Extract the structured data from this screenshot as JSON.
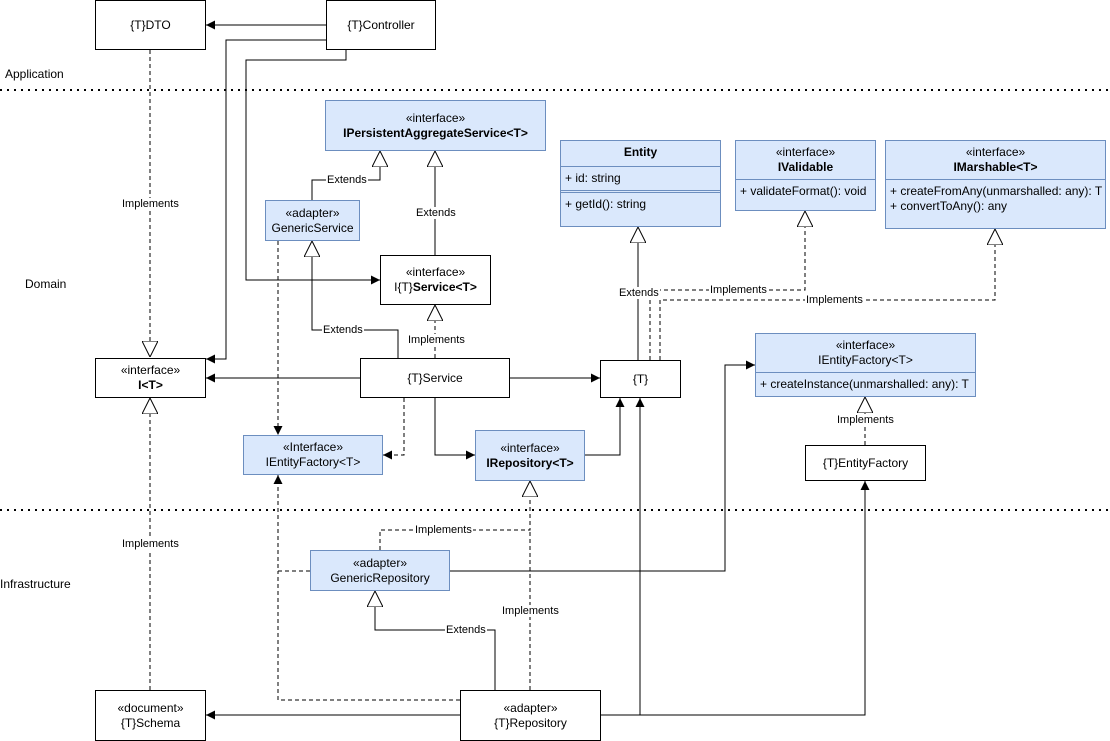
{
  "layers": {
    "application": "Application",
    "domain": "Domain",
    "infrastructure": "Infrastructure"
  },
  "nodes": {
    "dto": {
      "name": "{T}DTO"
    },
    "controller": {
      "name": "{T}Controller"
    },
    "persistent_service": {
      "stereotype": "«interface»",
      "name": "IPersistentAggregateService<T>"
    },
    "generic_service": {
      "stereotype": "«adapter»",
      "name": "GenericService"
    },
    "service_interface": {
      "stereotype": "«interface»",
      "name_prefix": "I{T}",
      "name_bold": "Service<T>"
    },
    "i_t": {
      "stereotype": "«interface»",
      "name": "I<T>"
    },
    "service": {
      "name": "{T}Service"
    },
    "t": {
      "name": "{T}"
    },
    "entity": {
      "name": "Entity",
      "attributes": [
        "+ id: string"
      ],
      "methods": [
        "+ getId(): string"
      ]
    },
    "ivalidable": {
      "stereotype": "«interface»",
      "name": "IValidable",
      "methods": [
        "+ validateFormat(): void"
      ]
    },
    "imarshable": {
      "stereotype": "«interface»",
      "name": "IMarshable<T>",
      "methods": [
        "+ createFromAny(unmarshalled: any): T",
        "+ convertToAny(): any"
      ]
    },
    "ientity_factory_domain": {
      "stereotype": "«interface»",
      "name": "IEntityFactory<T>",
      "methods": [
        "+ createInstance(unmarshalled: any): T"
      ]
    },
    "ientity_factory_small": {
      "stereotype": "«Interface»",
      "name": "IEntityFactory<T>"
    },
    "irepository": {
      "stereotype": "«interface»",
      "name": "IRepository<T>"
    },
    "entity_factory": {
      "name": "{T}EntityFactory"
    },
    "generic_repository": {
      "stereotype": "«adapter»",
      "name": "GenericRepository"
    },
    "schema": {
      "stereotype": "«document»",
      "name": "{T}Schema"
    },
    "repository": {
      "stereotype": "«adapter»",
      "name": "{T}Repository"
    }
  },
  "edge_labels": {
    "implements": "Implements",
    "extends": "Extends"
  },
  "colors": {
    "interface_fill": "#dae8fc",
    "interface_border": "#6c8ebf",
    "line": "#000000"
  }
}
